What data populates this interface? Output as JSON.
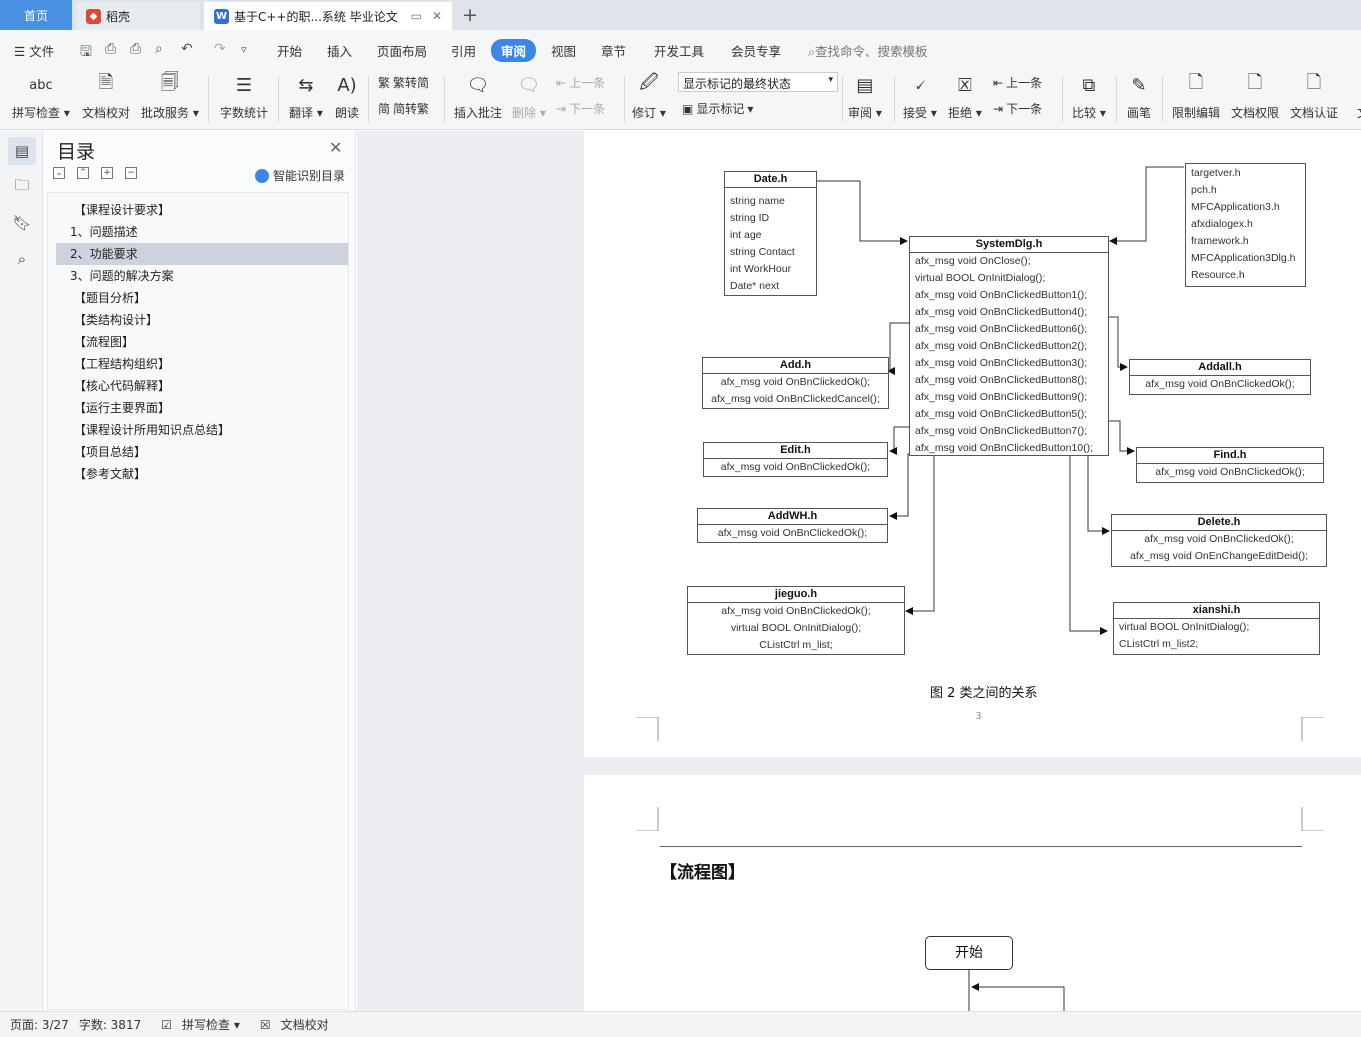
{
  "tabs": {
    "home": "首页",
    "daoke": "稻壳",
    "doc": "基于C++的职...系统 毕业论文"
  },
  "menu": {
    "file": "文件",
    "items": [
      "开始",
      "插入",
      "页面布局",
      "引用",
      "审阅",
      "视图",
      "章节",
      "开发工具",
      "会员专享"
    ],
    "active": "审阅",
    "search": "查找命令、搜索模板"
  },
  "ribbon": {
    "spell": "拼写检查",
    "proof": "文档校对",
    "review_service": "批改服务",
    "wordcount": "字数统计",
    "translate": "翻译",
    "read": "朗读",
    "trad": "繁转简",
    "simp": "简转繁",
    "insert_comment": "插入批注",
    "delete": "删除",
    "prev": "上一条",
    "next": "下一条",
    "revise": "修订",
    "markup_state": "显示标记的最终状态",
    "show_markup": "显示标记",
    "review": "审阅",
    "accept": "接受",
    "reject": "拒绝",
    "prev2": "上一条",
    "next2": "下一条",
    "compare": "比较",
    "pen": "画笔",
    "restrict": "限制编辑",
    "rights": "文档权限",
    "cert": "文档认证",
    "cut": "文"
  },
  "toc": {
    "title": "目录",
    "smart": "智能识别目录",
    "items": [
      {
        "label": "【课程设计要求】",
        "level": 1
      },
      {
        "label": "1、问题描述",
        "level": 2
      },
      {
        "label": "2、功能要求",
        "level": 2,
        "selected": true
      },
      {
        "label": "3、问题的解决方案",
        "level": 2
      },
      {
        "label": "【题目分析】",
        "level": 1
      },
      {
        "label": "【类结构设计】",
        "level": 1
      },
      {
        "label": "【流程图】",
        "level": 1
      },
      {
        "label": "【工程结构组织】",
        "level": 1
      },
      {
        "label": "【核心代码解释】",
        "level": 1
      },
      {
        "label": "【运行主要界面】",
        "level": 1
      },
      {
        "label": "【课程设计所用知识点总结】",
        "level": 1
      },
      {
        "label": "【项目总结】",
        "level": 1
      },
      {
        "label": "【参考文献】",
        "level": 1
      }
    ]
  },
  "diagram": {
    "date": {
      "title": "Date.h",
      "rows": [
        "string name",
        "string ID",
        "int age",
        "string Contact",
        "int WorkHour",
        "Date* next"
      ]
    },
    "includes": {
      "rows": [
        "targetver.h",
        "pch.h",
        "MFCApplication3.h",
        "afxdialogex.h",
        "framework.h",
        "MFCApplication3Dlg.h",
        "Resource.h"
      ]
    },
    "systemdlg": {
      "title": "SystemDlg.h",
      "rows": [
        "afx_msg void OnClose();",
        "virtual BOOL OnInitDialog();",
        "afx_msg void OnBnClickedButton1();",
        "afx_msg void OnBnClickedButton4();",
        "afx_msg void OnBnClickedButton6();",
        "afx_msg void OnBnClickedButton2();",
        "afx_msg void OnBnClickedButton3();",
        "afx_msg void OnBnClickedButton8();",
        "afx_msg void OnBnClickedButton9();",
        "afx_msg void OnBnClickedButton5();",
        "afx_msg void OnBnClickedButton7();",
        "afx_msg void OnBnClickedButton10();"
      ]
    },
    "add": {
      "title": "Add.h",
      "rows": [
        "afx_msg void OnBnClickedOk();",
        "afx_msg void OnBnClickedCancel();"
      ]
    },
    "addall": {
      "title": "Addall.h",
      "rows": [
        "afx_msg void OnBnClickedOk();"
      ]
    },
    "edit": {
      "title": "Edit.h",
      "rows": [
        "afx_msg void OnBnClickedOk();"
      ]
    },
    "find": {
      "title": "Find.h",
      "rows": [
        "afx_msg void OnBnClickedOk();"
      ]
    },
    "addwh": {
      "title": "AddWH.h",
      "rows": [
        "afx_msg void OnBnClickedOk();"
      ]
    },
    "delete": {
      "title": "Delete.h",
      "rows": [
        "afx_msg void OnBnClickedOk();",
        "afx_msg void OnEnChangeEditDeid();"
      ]
    },
    "jieguo": {
      "title": "jieguo.h",
      "rows": [
        "afx_msg void OnBnClickedOk();",
        "virtual BOOL OnInitDialog();",
        "CListCtrl m_list;"
      ]
    },
    "xianshi": {
      "title": "xianshi.h",
      "rows": [
        "virtual BOOL OnInitDialog();",
        "CListCtrl m_list2;"
      ]
    }
  },
  "page1": {
    "caption": "图 2 类之间的关系",
    "number": "3"
  },
  "page2": {
    "heading": "【流程图】",
    "start": "开始"
  },
  "status": {
    "page": "页面: 3/27",
    "words": "字数: 3817",
    "spell": "拼写检查",
    "proof": "文档校对"
  }
}
